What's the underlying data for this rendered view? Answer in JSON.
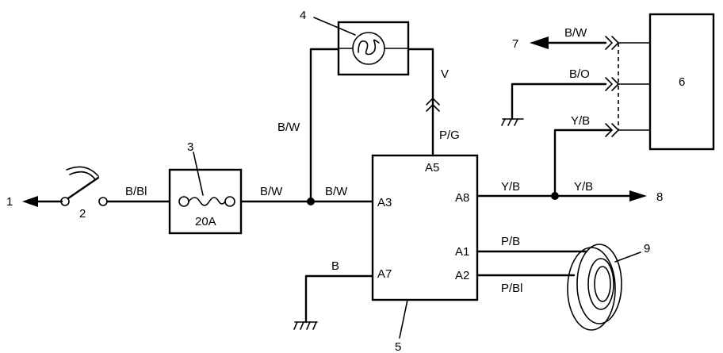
{
  "callouts": {
    "c1": "1",
    "c2": "2",
    "c3": "3",
    "c4": "4",
    "c5": "5",
    "c6": "6",
    "c7": "7",
    "c8": "8",
    "c9": "9"
  },
  "fuse_rating": "20A",
  "pins": {
    "a1": "A1",
    "a2": "A2",
    "a3": "A3",
    "a5": "A5",
    "a7": "A7",
    "a8": "A8"
  },
  "wires": {
    "switch_to_fuse": "B/Bl",
    "fuse_out": "B/W",
    "to_a3": "B/W",
    "lamp_feed": "B/W",
    "lamp_connector": "V",
    "a5_wire": "P/G",
    "ground_a7": "B",
    "a8_out_left": "Y/B",
    "a8_out_right": "Y/B",
    "a1_wire": "P/B",
    "a2_wire": "P/Bl",
    "top_bw": "B/W",
    "bo_ground": "B/O",
    "yb_to_6": "Y/B"
  }
}
